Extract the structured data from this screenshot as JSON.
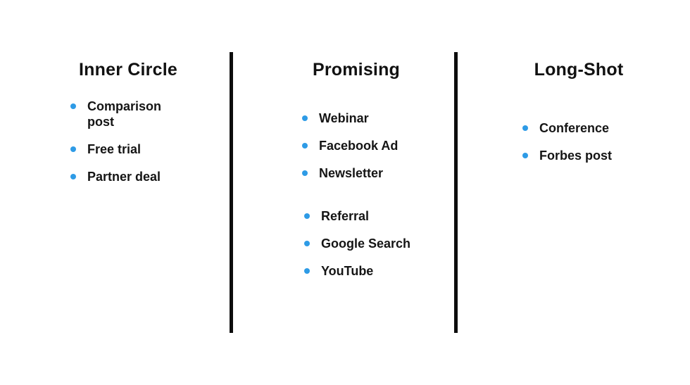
{
  "page": {
    "background_color": "#ffffff",
    "text_color": "#151515",
    "divider_color": "#0d0d0d",
    "bullet_color": "#2E9BE6"
  },
  "columns": [
    {
      "title": "Inner Circle",
      "groups": [
        {
          "items": [
            "Comparison post",
            "Free trial",
            "Partner deal"
          ]
        }
      ]
    },
    {
      "title": "Promising",
      "groups": [
        {
          "items": [
            "Webinar",
            "Facebook Ad",
            "Newsletter"
          ]
        },
        {
          "items": [
            "Referral",
            "Google Search",
            "YouTube"
          ]
        }
      ]
    },
    {
      "title": "Long-Shot",
      "groups": [
        {
          "items": [
            "Conference",
            "Forbes post"
          ]
        }
      ]
    }
  ]
}
